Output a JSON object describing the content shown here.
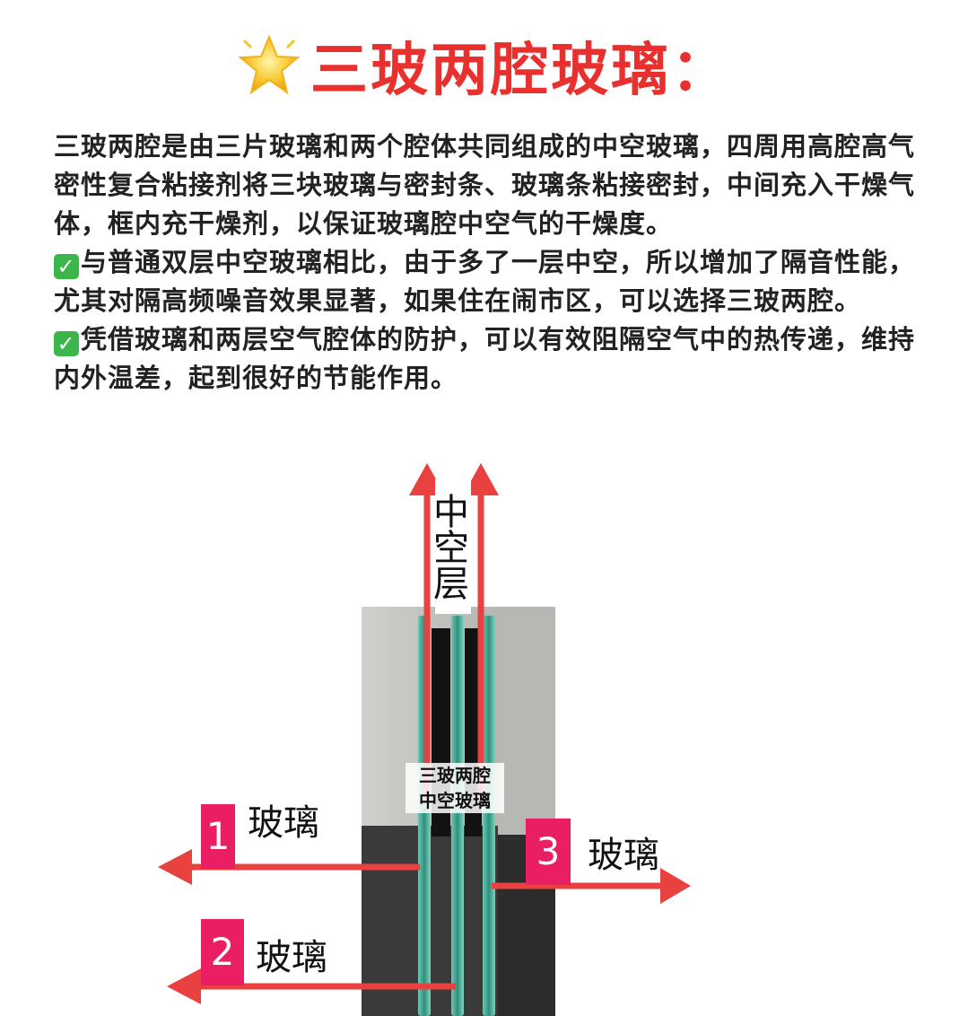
{
  "title": "三玻两腔玻璃：",
  "icons": {
    "title": "star-icon",
    "bullet": "check-mark-icon"
  },
  "paragraphs": [
    {
      "text": "三玻两腔是由三片玻璃和两个腔体共同组成的中空玻璃，四周用高腔高气密性复合粘接剂将三块玻璃与密封条、玻璃条粘接密封，中间充入干燥气体，框内充干燥剂，以保证玻璃腔中空气的干燥度。"
    },
    {
      "check": "✓",
      "text": "与普通双层中空玻璃相比，由于多了一层中空，所以增加了隔音性能，尤其对隔高频噪音效果显著，如果住在闹市区，可以选择三玻两腔。"
    },
    {
      "check": "✓",
      "text": "凭借玻璃和两层空气腔体的防护，可以有效阻隔空气中的热传递，维持内外温差，起到很好的节能作用。"
    }
  ],
  "diagram": {
    "top_label": "中空层",
    "caption_line1": "三玻两腔",
    "caption_line2": "中空玻璃",
    "labels": [
      {
        "number": "1",
        "text": "玻璃"
      },
      {
        "number": "2",
        "text": "玻璃"
      },
      {
        "number": "3",
        "text": "玻璃"
      }
    ]
  },
  "colors": {
    "title": "#e8312f",
    "arrow": "#e8413f",
    "badge": "#e91e63",
    "check": "#3cb54a"
  }
}
